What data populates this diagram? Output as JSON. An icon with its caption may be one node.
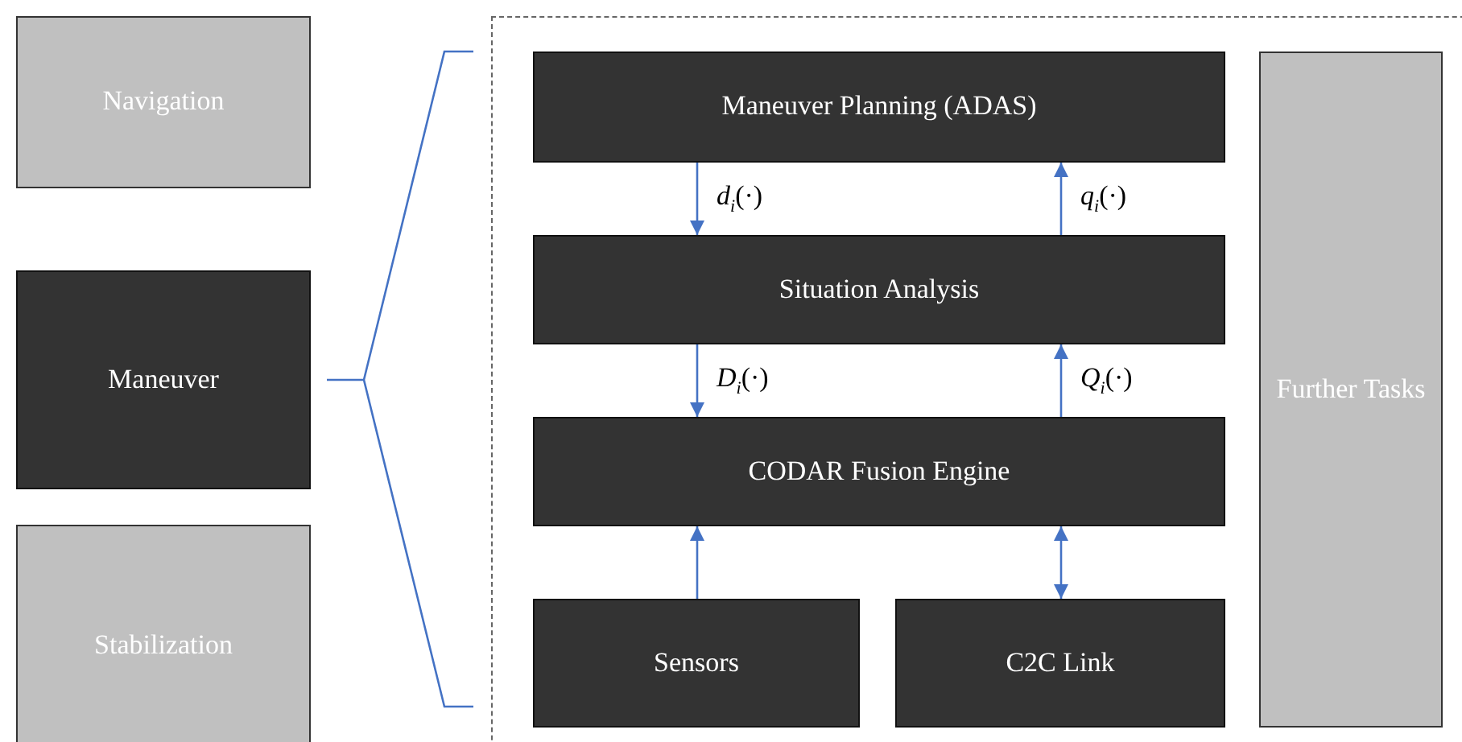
{
  "diagram": {
    "nodes": [
      {
        "text": [
          "Navigation"
        ]
      },
      {
        "text": [
          "Maneuver"
        ]
      },
      {
        "text": [
          "Stabilization"
        ]
      },
      {
        "text": [],
        "shape": "box"
      },
      {
        "text": [
          "Maneuver Planning (ADAS)"
        ],
        "in": 3
      },
      {
        "text": [
          "Situation Analysis"
        ],
        "in": 3
      },
      {
        "text": [
          "CODAR Fusion Engine"
        ],
        "in": 3
      },
      {
        "text": [
          "Sensors"
        ],
        "in": 3
      },
      {
        "text": [
          "C2C Link"
        ],
        "in": 3
      },
      {
        "text": [
          "Further Tasks"
        ],
        "in": 3
      }
    ],
    "edges": [
      {
        "from": 4,
        "to": 5,
        "arrow": "to",
        "label": "*d*$_{i}$(·)"
      },
      {
        "from": 5,
        "to": 4,
        "arrow": "to",
        "label": "*q*$_{i}$(·)"
      },
      {
        "from": 5,
        "to": 6,
        "arrow": "to",
        "label": "*D*$_{i}$(·)"
      },
      {
        "from": 6,
        "to": 5,
        "arrow": "to",
        "label": "*Q*$_{i}$(·)"
      },
      {
        "from": 7,
        "to": 6,
        "arrow": "to"
      },
      {
        "from": 6,
        "to": 8,
        "arrow": "both"
      }
    ]
  }
}
